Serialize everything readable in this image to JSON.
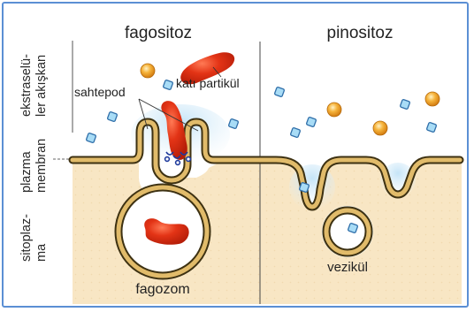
{
  "headings": {
    "left": "fagositoz",
    "right": "pinositoz"
  },
  "labels": {
    "pseudopod": "sahtepod",
    "solid_particle": "katı partikül",
    "phagosome": "fagozom",
    "vesicle": "vezikül"
  },
  "side_labels": {
    "ecf_line1": "ekstraselü-",
    "ecf_line2": "ler akışkan",
    "membrane_line1": "plazma",
    "membrane_line2": "membran",
    "cytoplasm_line1": "sitoplaz-",
    "cytoplasm_line2": "ma"
  },
  "colors": {
    "frame": "#5b8fd4",
    "cytoplasm": "#f8e6c4",
    "membrane_fill": "#e1bb6a",
    "membrane_stroke": "#3d3112",
    "particle": "#dd2e10",
    "bead": "#f2a024",
    "square": "#a8dcf6",
    "square_stroke": "#3170aa",
    "receptor": "#1f3b9c"
  }
}
